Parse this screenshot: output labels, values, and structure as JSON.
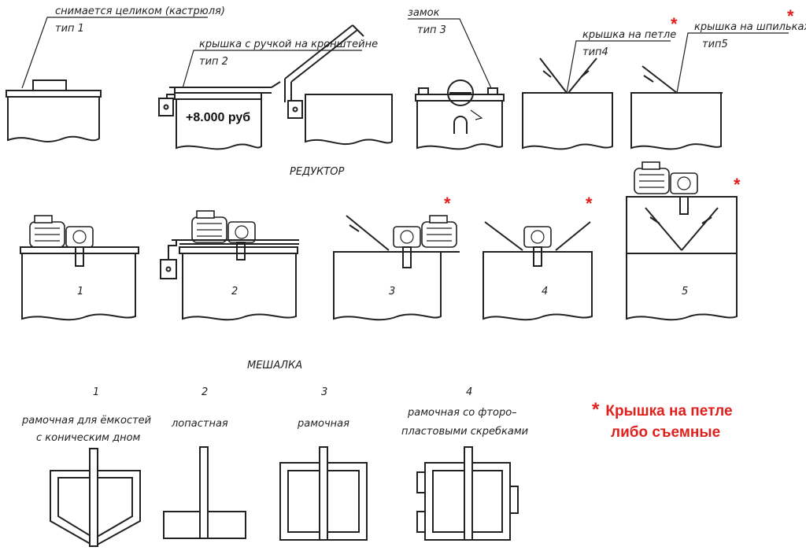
{
  "lids": {
    "type1": {
      "label": "снимается целиком (кастрюля)",
      "type": "тип 1"
    },
    "type2": {
      "label": "крышка с ручкой на кронштейне",
      "type": "тип 2",
      "price": "+8.000 руб"
    },
    "type3": {
      "label": "замок",
      "type": "тип 3"
    },
    "type4": {
      "label": "крышка на петле",
      "type": "тип4",
      "star": "*"
    },
    "type5": {
      "label": "крышка на шпильках",
      "type": "тип5",
      "star": "*"
    }
  },
  "reducer": {
    "title": "РЕДУКТОР",
    "items": [
      {
        "num": "1",
        "star": ""
      },
      {
        "num": "2",
        "star": ""
      },
      {
        "num": "3",
        "star": "*"
      },
      {
        "num": "4",
        "star": "*"
      },
      {
        "num": "5",
        "star": "*"
      }
    ]
  },
  "mixer": {
    "title": "МЕШАЛКА",
    "items": [
      {
        "num": "1",
        "line1": "рамочная для ёмкостей",
        "line2": "с коническим дном"
      },
      {
        "num": "2",
        "line1": "лопастная",
        "line2": ""
      },
      {
        "num": "3",
        "line1": "рамочная",
        "line2": ""
      },
      {
        "num": "4",
        "line1": "рамочная со фторо–",
        "line2": "пластовыми скребками"
      }
    ]
  },
  "note": {
    "star": "*",
    "line1": "Крышка на петле",
    "line2": "либо съемные"
  },
  "colors": {
    "accent": "#e0201c",
    "line": "#222222"
  }
}
